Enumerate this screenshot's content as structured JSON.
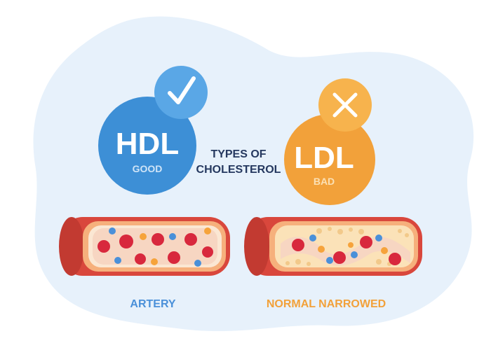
{
  "hdl": {
    "title": "HDL",
    "subtitle": "GOOD",
    "badge_icon": "check-icon"
  },
  "ldl": {
    "title": "LDL",
    "subtitle": "BAD",
    "badge_icon": "x-icon"
  },
  "center": {
    "line1": "TYPES OF",
    "line2": "CHOLESTEROL"
  },
  "artery_labels": {
    "left": "ARTERY",
    "right": "NORMAL NARROWED"
  },
  "colors": {
    "background_blob": "#e7f1fb",
    "hdl_blue": "#3d8fd6",
    "hdl_badge": "#5aa7e6",
    "ldl_orange": "#f2a13a",
    "ldl_badge": "#f7b34d",
    "title_navy": "#25385f",
    "artery_red": "#d9473c",
    "artery_lining": "#f6b07c",
    "plaque": "#f7d9a6",
    "blood_cell": "#d8283d",
    "blue_cell": "#4a90d9",
    "orange_cell": "#f6a33b"
  }
}
